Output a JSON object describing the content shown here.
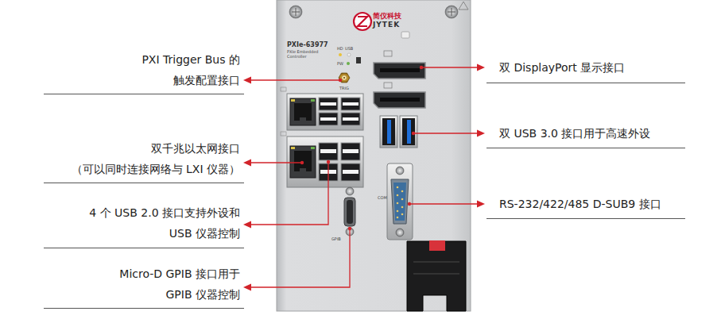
{
  "diagram": {
    "labels": [
      "PXI Trigger Bus 的 触发配置接口",
      "双千兆以太网接口 （可以同时连接网络与 LXI 仪器）",
      "4 个 USB 2.0 接口支持外设和 USB 仪器控制",
      "Micro-D GPIB 接口用于 GPIB 仪器控制",
      "双 DisplayPort 显示接口",
      "双 USB 3.0 接口用于高速外设",
      "RS-232/422/485 D-SUB9 接口",
      "简仪科技",
      "JYTEK",
      "PXIe-63977",
      "PXIe Embedded Controller",
      "HD",
      "USB",
      "PW",
      "TRIG",
      "COM",
      "GPIB"
    ]
  }
}
